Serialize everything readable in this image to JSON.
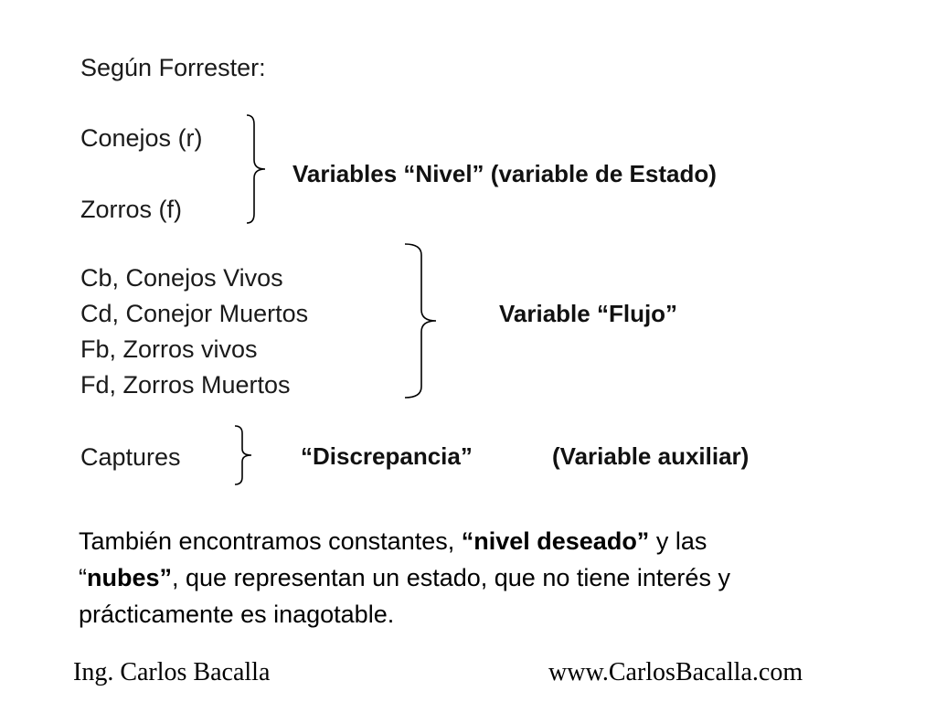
{
  "heading": "Según Forrester:",
  "groups": [
    {
      "items": [
        "Conejos (r)",
        "Zorros (f)"
      ],
      "label": "Variables “Nivel” (variable de Estado)"
    },
    {
      "items": [
        "Cb, Conejos Vivos",
        "Cd, Conejor Muertos",
        "Fb, Zorros vivos",
        "Fd, Zorros Muertos"
      ],
      "label": "Variable “Flujo”"
    },
    {
      "items": [
        "Captures"
      ],
      "label": "“Discrepancia”",
      "label2": "(Variable auxiliar)"
    }
  ],
  "paragraph": {
    "p1": "También encontramos constantes, ",
    "b1": "“nivel deseado”",
    "p2": " y las",
    "p3": "“",
    "b2": "nubes”",
    "p4": ", que representan un estado, que no tiene interés y",
    "p5": "prácticamente es inagotable."
  },
  "footer": {
    "author": "Ing. Carlos Bacalla",
    "website": "www.CarlosBacalla.com"
  }
}
